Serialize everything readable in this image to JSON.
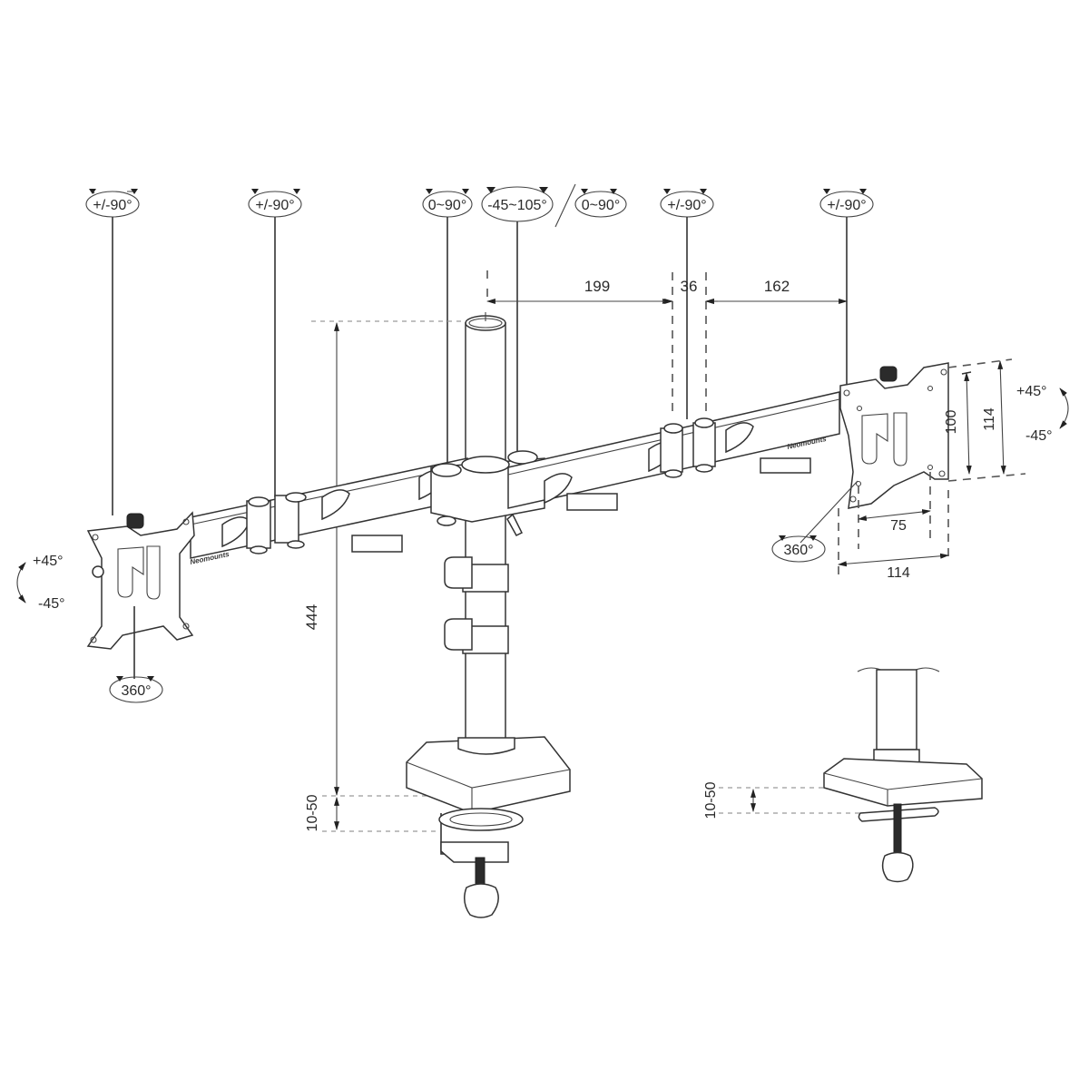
{
  "diagram": {
    "subject": "Dual monitor desk mount - dimension and rotation drawing",
    "brand_marking": "Neomounts",
    "rotation_labels": {
      "left_vesa_tilt": "+/-90°",
      "left_arm_joint": "+/-90°",
      "center_arm_joint": "0~90°",
      "pole_tilt": "-45~105°",
      "center_arm_joint_alt": "0~90°",
      "right_arm_joint": "+/-90°",
      "right_vesa_tilt": "+/-90°",
      "left_vesa_rotation": "360°",
      "right_vesa_rotation": "360°"
    },
    "tilt_labels": {
      "left_plus": "+45°",
      "left_minus": "-45°",
      "right_plus": "+45°",
      "right_minus": "-45°"
    },
    "dimensions": {
      "arm_segment_1": "199",
      "arm_joint_gap": "36",
      "arm_segment_2": "162",
      "pole_height": "444",
      "clamp_range": "10-50",
      "clamp_range_detail": "10-50",
      "vesa_small_horizontal": "75",
      "vesa_large_horizontal": "114",
      "vesa_small_vertical": "100",
      "vesa_large_vertical": "114"
    }
  }
}
